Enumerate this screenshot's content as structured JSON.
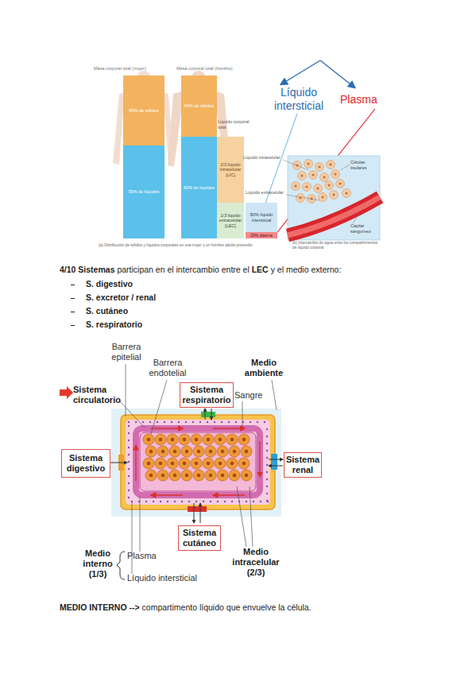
{
  "diagram": {
    "nodes": [
      {
        "text": [
          "45% de sólidos"
        ]
      },
      {
        "text": [
          "55% de líquidos"
        ]
      },
      {
        "text": [
          "40% de sólidos"
        ]
      },
      {
        "text": [
          "60% de líquidos"
        ]
      },
      {
        "text": [
          "2/3 líquido intracelular (LIC)"
        ]
      },
      {
        "text": [
          "1/3 líquido extracelular (LEC)"
        ]
      },
      {
        "text": [
          "80% líquido intersticial"
        ]
      },
      {
        "text": [
          "20% plasma"
        ]
      },
      {
        "text": [
          "Sistema respiratorio"
        ]
      },
      {
        "text": [
          "Sistema digestivo"
        ]
      },
      {
        "text": [
          "Sistema renal"
        ]
      },
      {
        "text": [
          "Sistema cutáneo"
        ]
      }
    ],
    "labels": [
      "Masa corporal total (mujer)",
      "Masa corporal total (hombre)",
      "Líquido corporal total",
      "Líquido intracelular",
      "Líquido extracelular",
      "Células tisulares",
      "Capilar sanguíneo",
      "(a) Distribución de sólidos y líquidos corporales en una mujer y un hombre adulto promedio",
      "(b) Intercambio de agua entre los compartimientos de líquido corporal",
      "Líquido intersticial",
      "Plasma",
      "4/10 Sistemas",
      "participan en el intercambio entre el",
      "LEC",
      "y el medio externo:",
      "S. digestivo",
      "S. excretor / renal",
      "S. cutáneo",
      "S. respiratorio",
      "Barrera epitelial",
      "Barrera endotelial",
      "Medio ambiente",
      "Sistema circulatorio",
      "Sangre",
      "Medio interno (1/3)",
      "Plasma",
      "Líquido intersticial",
      "Medio intracelular (2/3)",
      "MEDIO INTERNO -->",
      "compartimento líquido que envuelve la célula."
    ]
  }
}
